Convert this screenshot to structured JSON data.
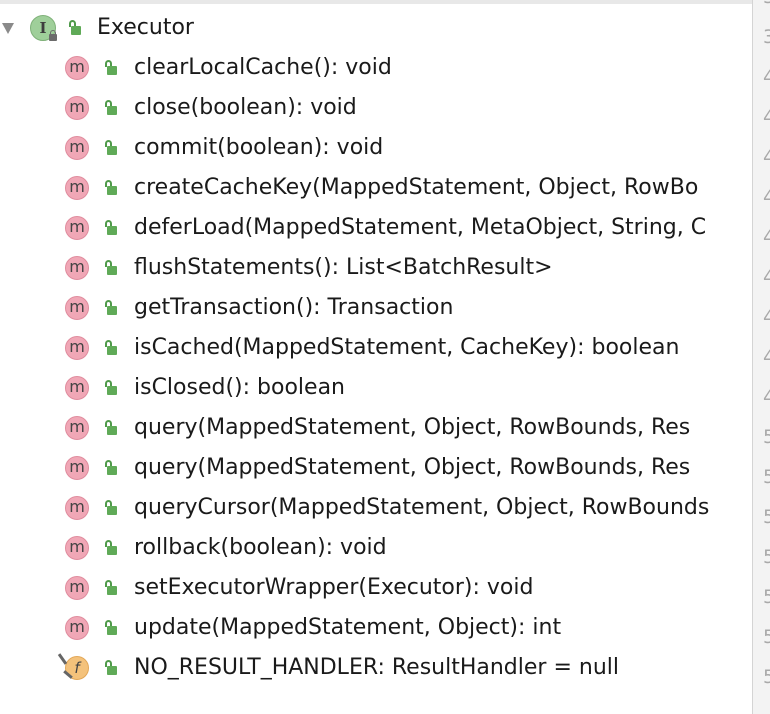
{
  "root": {
    "label": "Executor",
    "icon": "interface-icon"
  },
  "items": [
    {
      "kind": "method",
      "label": "clearLocalCache(): void"
    },
    {
      "kind": "method",
      "label": "close(boolean): void"
    },
    {
      "kind": "method",
      "label": "commit(boolean): void"
    },
    {
      "kind": "method",
      "label": "createCacheKey(MappedStatement, Object, RowBo"
    },
    {
      "kind": "method",
      "label": "deferLoad(MappedStatement, MetaObject, String, C"
    },
    {
      "kind": "method",
      "label": "flushStatements(): List<BatchResult>"
    },
    {
      "kind": "method",
      "label": "getTransaction(): Transaction"
    },
    {
      "kind": "method",
      "label": "isCached(MappedStatement, CacheKey): boolean"
    },
    {
      "kind": "method",
      "label": "isClosed(): boolean"
    },
    {
      "kind": "method",
      "label": "query(MappedStatement, Object, RowBounds, Res"
    },
    {
      "kind": "method",
      "label": "query(MappedStatement, Object, RowBounds, Res"
    },
    {
      "kind": "method",
      "label": "queryCursor(MappedStatement, Object, RowBounds"
    },
    {
      "kind": "method",
      "label": "rollback(boolean): void"
    },
    {
      "kind": "method",
      "label": "setExecutorWrapper(Executor): void"
    },
    {
      "kind": "method",
      "label": "update(MappedStatement, Object): int"
    },
    {
      "kind": "field",
      "label": "NO_RESULT_HANDLER: ResultHandler = null"
    }
  ],
  "gutter_numbers": [
    "3",
    "3",
    "4",
    "4",
    "4",
    "4",
    "4",
    "4",
    "4",
    "4",
    "4",
    "5",
    "5",
    "5",
    "5",
    "5",
    "5",
    "5"
  ]
}
